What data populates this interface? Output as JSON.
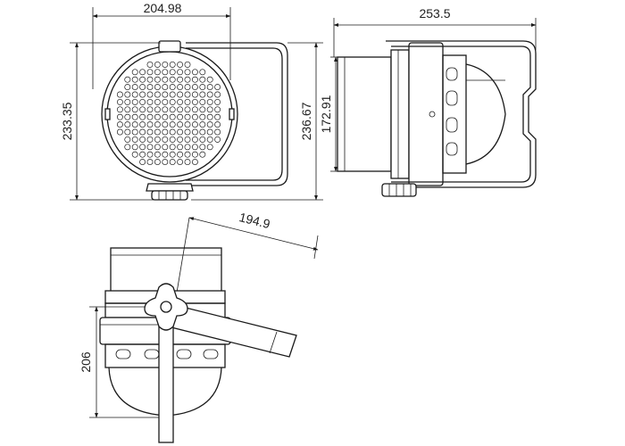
{
  "dimensions": {
    "front_width": "204.98",
    "front_height": "233.35",
    "front_bracket_height": "236.67",
    "side_length": "253.5",
    "side_height": "172.91",
    "tilted_bracket_length": "194.9",
    "tilted_height": "206"
  },
  "colors": {
    "line": "#1a1a1a",
    "background": "#ffffff"
  }
}
